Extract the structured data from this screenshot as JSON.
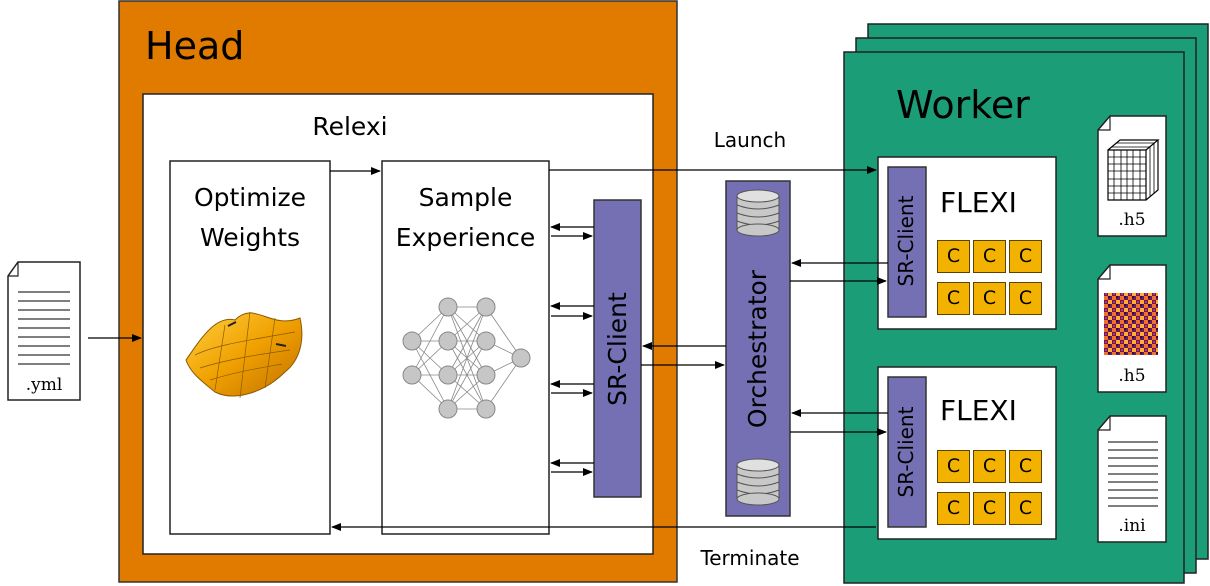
{
  "head": {
    "title": "Head",
    "fill": "#e07b00"
  },
  "relexi": {
    "title": "Relexi",
    "optimize_line1": "Optimize",
    "optimize_line2": "Weights",
    "sample_line1": "Sample",
    "sample_line2": "Experience",
    "sr_client": "SR-Client"
  },
  "orchestrator": {
    "label": "Orchestrator",
    "fill": "#7570b3"
  },
  "arrows": {
    "launch": "Launch",
    "terminate": "Terminate"
  },
  "worker": {
    "title": "Worker",
    "fill": "#1b9e77",
    "instances": [
      {
        "name": "FLEXI",
        "sr_client": "SR-Client",
        "cells": [
          "C",
          "C",
          "C",
          "C",
          "C",
          "C"
        ]
      },
      {
        "name": "FLEXI",
        "sr_client": "SR-Client",
        "cells": [
          "C",
          "C",
          "C",
          "C",
          "C",
          "C"
        ]
      }
    ],
    "files": [
      ".h5",
      ".h5",
      ".ini"
    ]
  },
  "input_file": ".yml",
  "colors": {
    "sr_client": "#7570b3",
    "cell": "#f4b200"
  }
}
